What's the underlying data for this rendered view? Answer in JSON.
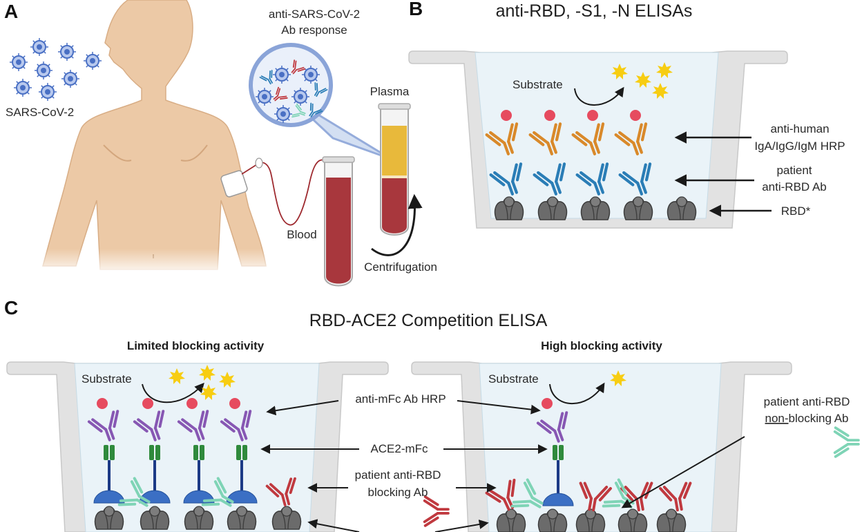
{
  "figure": {
    "panels": {
      "A": {
        "letter": "A",
        "virus_label": "SARS-CoV-2",
        "response_label_line1": "anti-SARS-CoV-2",
        "response_label_line2": "Ab response",
        "plasma_label": "Plasma",
        "blood_label": "Blood",
        "centrifugation_label": "Centrifugation"
      },
      "B": {
        "letter": "B",
        "title": "anti-RBD, -S1, -N ELISAs",
        "substrate_label": "Substrate",
        "secondary_label_line1": "anti-human",
        "secondary_label_line2": "IgA/IgG/IgM HRP",
        "primary_label_line1": "patient",
        "primary_label_line2": "anti-RBD Ab",
        "antigen_label": "RBD*"
      },
      "C": {
        "letter": "C",
        "title": "RBD-ACE2 Competition ELISA",
        "left_subtitle": "Limited blocking activity",
        "right_subtitle": "High blocking activity",
        "left_substrate_label": "Substrate",
        "right_substrate_label": "Substrate",
        "hrp_label": "anti-mFc Ab HRP",
        "ace2_label": "ACE2-mFc",
        "blocking_label_line1": "patient anti-RBD",
        "blocking_label_line2": "blocking Ab",
        "nonblocking_label_line1": "patient anti-RBD",
        "nonblocking_label_underlined": "non-",
        "nonblocking_label_rest": "blocking Ab"
      }
    },
    "colors": {
      "skin": "#ecc9a6",
      "well_wall": "#e2e2e2",
      "well_fill": "#eaf3f8",
      "virus_blue": "#4a70c4",
      "blood_red": "#a8373d",
      "plasma_yellow": "#e8b93b",
      "hrp_red": "#e64b5f",
      "secondary_ab_orange": "#d9892a",
      "patient_ab_blue": "#2a7db6",
      "rbd_gray": "#6a6a6a",
      "anti_mfc_purple": "#8757b3",
      "ace2_green": "#2f8a3c",
      "ace2_stalk_navy": "#1c3a86",
      "ace2_head_blue": "#3b6fc4",
      "blocking_ab_red": "#c0393f",
      "nonblocking_ab_mint": "#7fd4b6",
      "substrate_yellow": "#f7cd12"
    }
  }
}
